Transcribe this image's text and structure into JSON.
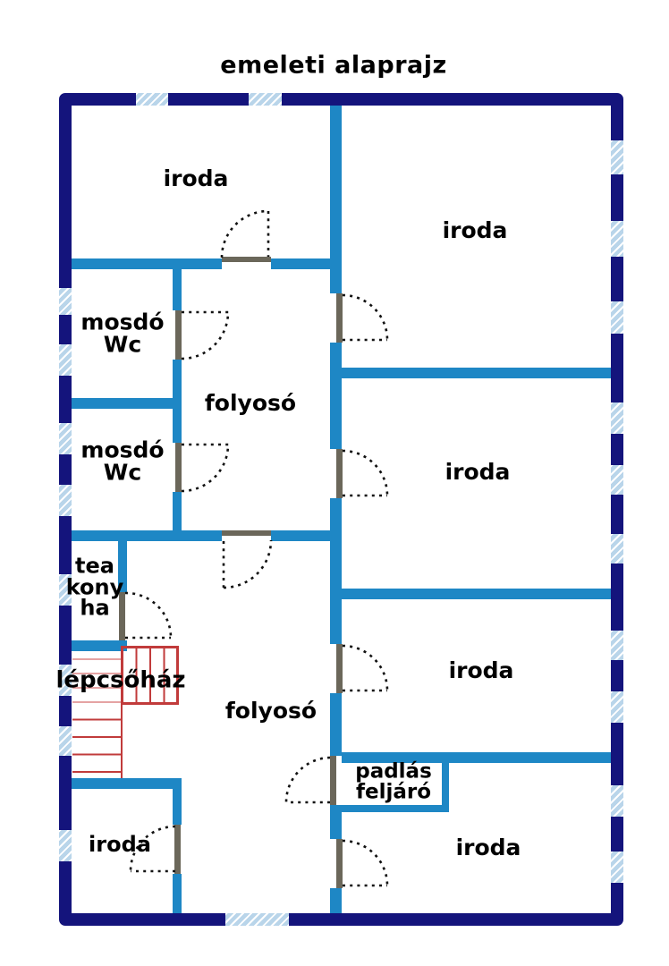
{
  "title": "emeleti alaprajz",
  "colors": {
    "outer_wall": "#14147c",
    "inner_wall": "#1e87c5",
    "window_fill": "#b9d5ea",
    "stair_red": "#c13b3b",
    "stair_red_light": "#e5a3a3",
    "door_sill": "#6b675a",
    "label_text": "#000000",
    "background": "#ffffff"
  },
  "rooms": [
    {
      "id": "iroda-top-left",
      "label": "iroda"
    },
    {
      "id": "iroda-top-right",
      "label": "iroda"
    },
    {
      "id": "mosdo-wc-upper",
      "label": "mosdó\nWc"
    },
    {
      "id": "folyoso-upper",
      "label": "folyosó"
    },
    {
      "id": "mosdo-wc-lower",
      "label": "mosdó\nWc"
    },
    {
      "id": "iroda-right-middle",
      "label": "iroda"
    },
    {
      "id": "tea-konyha",
      "label": "tea\nkony\nha"
    },
    {
      "id": "lepcsohaz",
      "label": "lépcsőház"
    },
    {
      "id": "folyoso-lower",
      "label": "folyosó"
    },
    {
      "id": "iroda-right-lower",
      "label": "iroda"
    },
    {
      "id": "padlas-feljaro",
      "label": "padlás\nfeljáró"
    },
    {
      "id": "iroda-bottom-left",
      "label": "iroda"
    },
    {
      "id": "iroda-bottom-right",
      "label": "iroda"
    }
  ]
}
